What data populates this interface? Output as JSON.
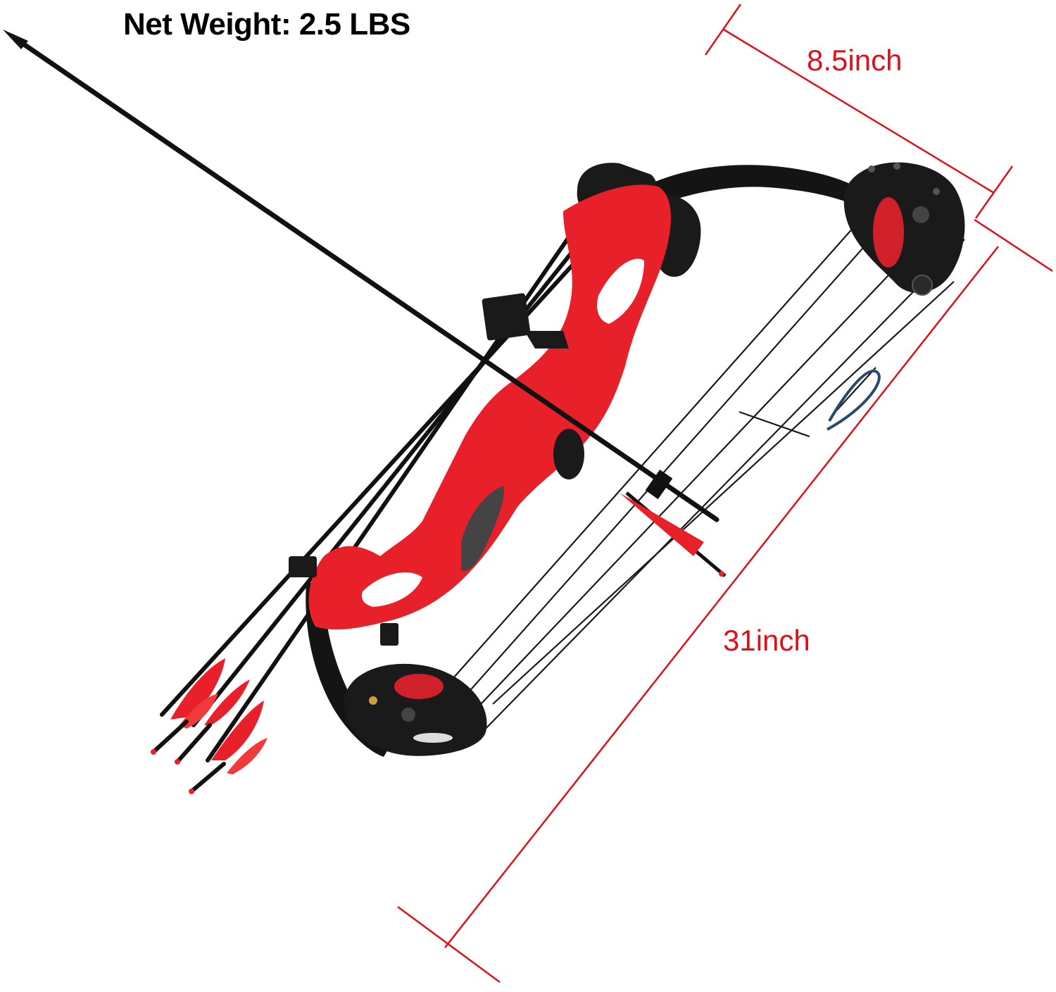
{
  "weight_label": "Net Weight: 2.5 LBS",
  "width_label": "8.5inch",
  "height_label": "31inch",
  "colors": {
    "accent": "#e0101a",
    "bow_riser": "#e8202a",
    "limb": "#141414"
  }
}
